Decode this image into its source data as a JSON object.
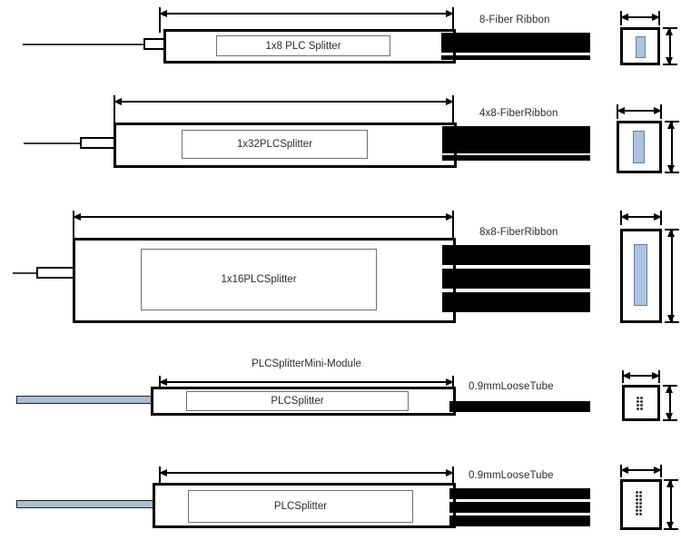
{
  "diagram": {
    "title": "PLC Splitter module outline drawings",
    "colors": {
      "line": "#000000",
      "fiber_core": "#a9c3e0",
      "pigtail": "#aabdd4",
      "ribbon": "#000000"
    }
  },
  "rows": [
    {
      "id": "row-1x8",
      "module_label": "1x8 PLC Splitter",
      "output_label": "8-Fiber Ribbon",
      "dimension_label": "",
      "pigtail_type": "thin-fiber",
      "ribbon_bands": 1,
      "cross_section": {
        "type": "core-bar",
        "dots": 0
      }
    },
    {
      "id": "row-1x32",
      "module_label": "1x32PLCSplitter",
      "output_label": "4x8-FiberRibbon",
      "dimension_label": "",
      "pigtail_type": "thin-fiber",
      "ribbon_bands": 1,
      "cross_section": {
        "type": "core-bar",
        "dots": 0
      }
    },
    {
      "id": "row-1x16",
      "module_label": "1x16PLCSplitter",
      "output_label": "8x8-FiberRibbon",
      "dimension_label": "",
      "pigtail_type": "thin-fiber",
      "ribbon_bands": 3,
      "cross_section": {
        "type": "core-bar",
        "dots": 0
      }
    },
    {
      "id": "row-mini-module",
      "module_label": "PLCSplitter",
      "output_label": "0.9mmLooseTube",
      "dimension_label": "PLCSplitterMini-Module",
      "pigtail_type": "blue-tube",
      "ribbon_bands": 1,
      "cross_section": {
        "type": "dot-grid",
        "dots": 8,
        "columns": 2,
        "rows": 4
      }
    },
    {
      "id": "row-module-large",
      "module_label": "PLCSplitter",
      "output_label": "0.9mmLooseTube",
      "dimension_label": "",
      "pigtail_type": "blue-tube",
      "ribbon_bands": 3,
      "cross_section": {
        "type": "dot-grid",
        "dots": 14,
        "columns": 2,
        "rows": 7
      }
    }
  ]
}
